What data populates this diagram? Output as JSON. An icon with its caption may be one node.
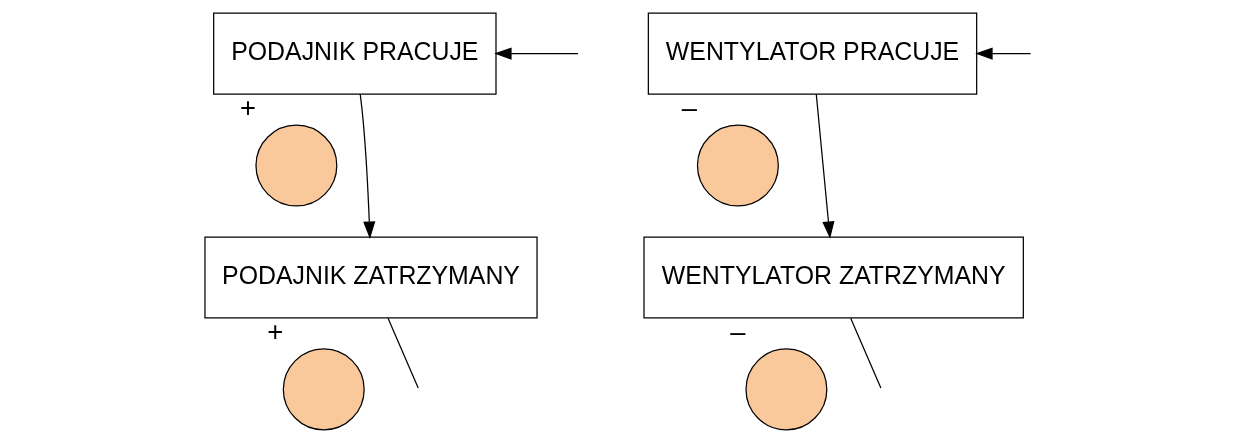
{
  "diagram": {
    "nodes": [
      {
        "text": [
          "PODAJNIK PRACUJE"
        ]
      },
      {
        "text": [],
        "shape": "circle",
        "beside": [
          "+"
        ]
      },
      {
        "text": [
          "PODAJNIK ZATRZYMANY"
        ]
      },
      {
        "text": [],
        "shape": "circle",
        "beside": [
          "+"
        ]
      },
      {
        "text": [
          "WENTYLATOR PRACUJE"
        ]
      },
      {
        "text": [],
        "shape": "circle",
        "beside": [
          "–"
        ]
      },
      {
        "text": [
          "WENTYLATOR ZATRZYMANY"
        ]
      },
      {
        "text": [],
        "shape": "circle",
        "beside": [
          "–"
        ]
      }
    ],
    "edges": [
      {
        "from": 0,
        "to": 2,
        "arrow": "to"
      },
      {
        "from": 2,
        "to": null,
        "arrow": "none"
      },
      {
        "from": null,
        "to": 0,
        "arrow": "to"
      },
      {
        "from": 4,
        "to": 6,
        "arrow": "to"
      },
      {
        "from": 6,
        "to": null,
        "arrow": "none"
      },
      {
        "from": null,
        "to": 4,
        "arrow": "to"
      }
    ]
  }
}
